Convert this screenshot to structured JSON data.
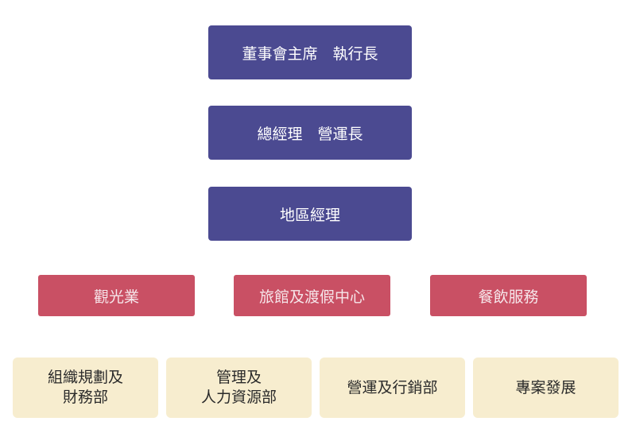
{
  "org_chart": {
    "executives": [
      {
        "label": "董事會主席　執行長"
      },
      {
        "label": "總經理　營運長"
      },
      {
        "label": "地區經理"
      }
    ],
    "divisions": [
      {
        "label": "觀光業"
      },
      {
        "label": "旅館及渡假中心"
      },
      {
        "label": "餐飲服務"
      }
    ],
    "departments": [
      {
        "label": "組織規劃及\n財務部"
      },
      {
        "label": "管理及\n人力資源部"
      },
      {
        "label": "營運及行銷部"
      },
      {
        "label": "專案發展"
      }
    ],
    "colors": {
      "executive": "#4b4a91",
      "division": "#c95064",
      "department": "#f7edcf"
    }
  }
}
